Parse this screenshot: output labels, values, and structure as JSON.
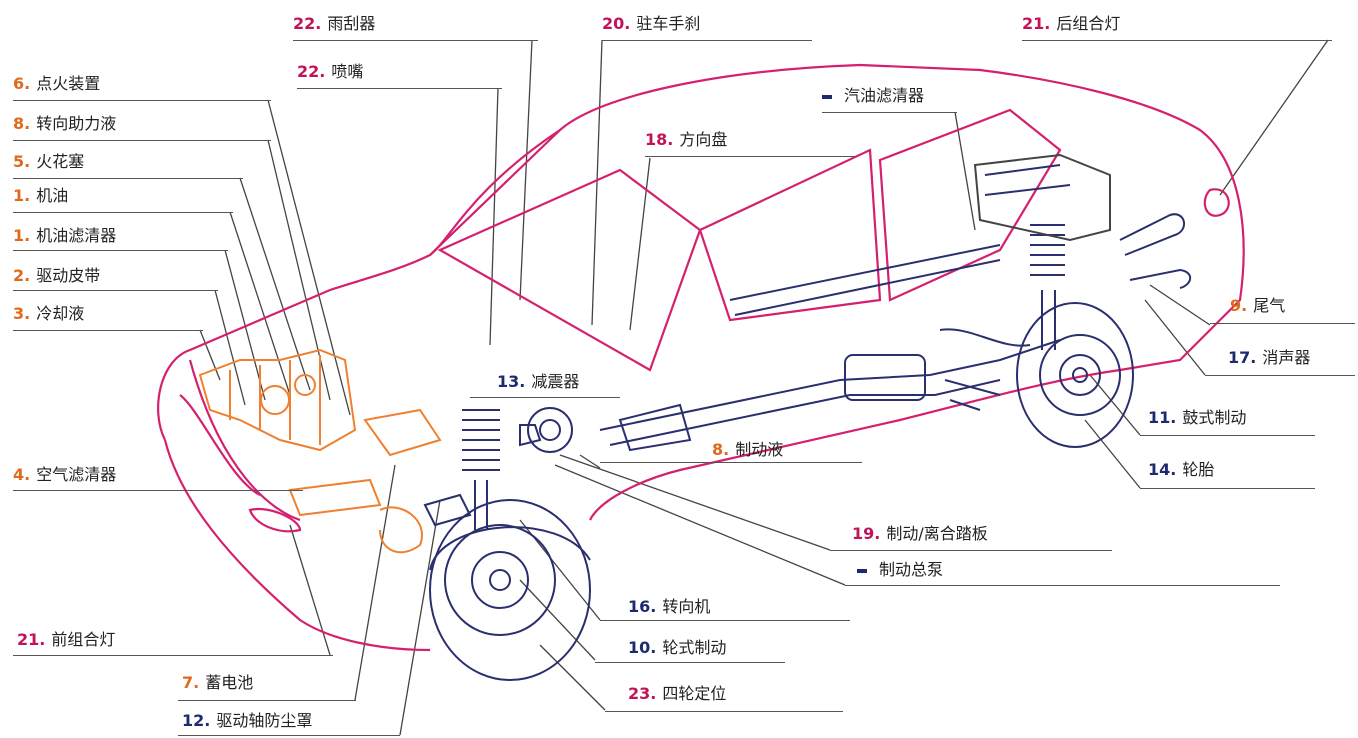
{
  "labels": {
    "wiper": {
      "num": "22.",
      "text": "雨刮器"
    },
    "nozzle": {
      "num": "22.",
      "text": "喷嘴"
    },
    "handbrake": {
      "num": "20.",
      "text": "驻车手刹"
    },
    "rear_light": {
      "num": "21.",
      "text": "后组合灯"
    },
    "ignition": {
      "num": "6.",
      "text": "点火装置"
    },
    "steering_fluid": {
      "num": "8.",
      "text": "转向助力液"
    },
    "spark_plug": {
      "num": "5.",
      "text": "火花塞"
    },
    "oil": {
      "num": "1.",
      "text": "机油"
    },
    "oil_filter": {
      "num": "1.",
      "text": "机油滤清器"
    },
    "drive_belt": {
      "num": "2.",
      "text": "驱动皮带"
    },
    "coolant": {
      "num": "3.",
      "text": "冷却液"
    },
    "fuel_filter": {
      "num": "",
      "text": "汽油滤清器"
    },
    "steering_wheel": {
      "num": "18.",
      "text": "方向盘"
    },
    "exhaust": {
      "num": "9.",
      "text": "尾气"
    },
    "muffler": {
      "num": "17.",
      "text": "消声器"
    },
    "shock": {
      "num": "13.",
      "text": "减震器"
    },
    "drum_brake": {
      "num": "11.",
      "text": "鼓式制动"
    },
    "air_filter": {
      "num": "4.",
      "text": "空气滤清器"
    },
    "brake_fluid": {
      "num": "8.",
      "text": "制动液"
    },
    "tire": {
      "num": "14.",
      "text": "轮胎"
    },
    "pedal": {
      "num": "19.",
      "text": "制动/离合踏板"
    },
    "master_cyl": {
      "num": "",
      "text": "制动总泵"
    },
    "steering_gear": {
      "num": "16.",
      "text": "转向机"
    },
    "front_light": {
      "num": "21.",
      "text": "前组合灯"
    },
    "disc_brake": {
      "num": "10.",
      "text": "轮式制动"
    },
    "battery": {
      "num": "7.",
      "text": "蓄电池"
    },
    "alignment": {
      "num": "23.",
      "text": "四轮定位"
    },
    "cv_boot": {
      "num": "12.",
      "text": "驱动轴防尘罩"
    }
  },
  "colors": {
    "orange": "#e06a1c",
    "magenta": "#c0135a",
    "navy": "#1e2a6e",
    "body_outline": "#d4206e",
    "engine": "#f08030",
    "chassis": "#2a2f6e"
  }
}
